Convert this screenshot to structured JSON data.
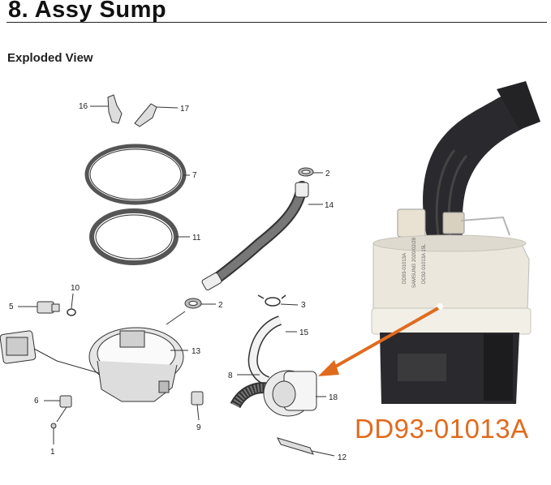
{
  "header": {
    "title": "8.  Assy Sump",
    "subtitle": "Exploded View"
  },
  "part_number": "DD93-01013A",
  "callouts": [
    "1",
    "2",
    "2",
    "3",
    "5",
    "6",
    "7",
    "8",
    "9",
    "10",
    "11",
    "12",
    "13",
    "14",
    "15",
    "16",
    "17",
    "18"
  ],
  "colors": {
    "accent": "#e06b1f",
    "line": "#333333",
    "housing": "#ebe7dc",
    "rubber": "#2a2a2e"
  },
  "photo_text": {
    "line1": "DD93-01013A",
    "line2": "SAMSUNG 2020/02/28",
    "line3": "DC92-01013A 15L"
  }
}
